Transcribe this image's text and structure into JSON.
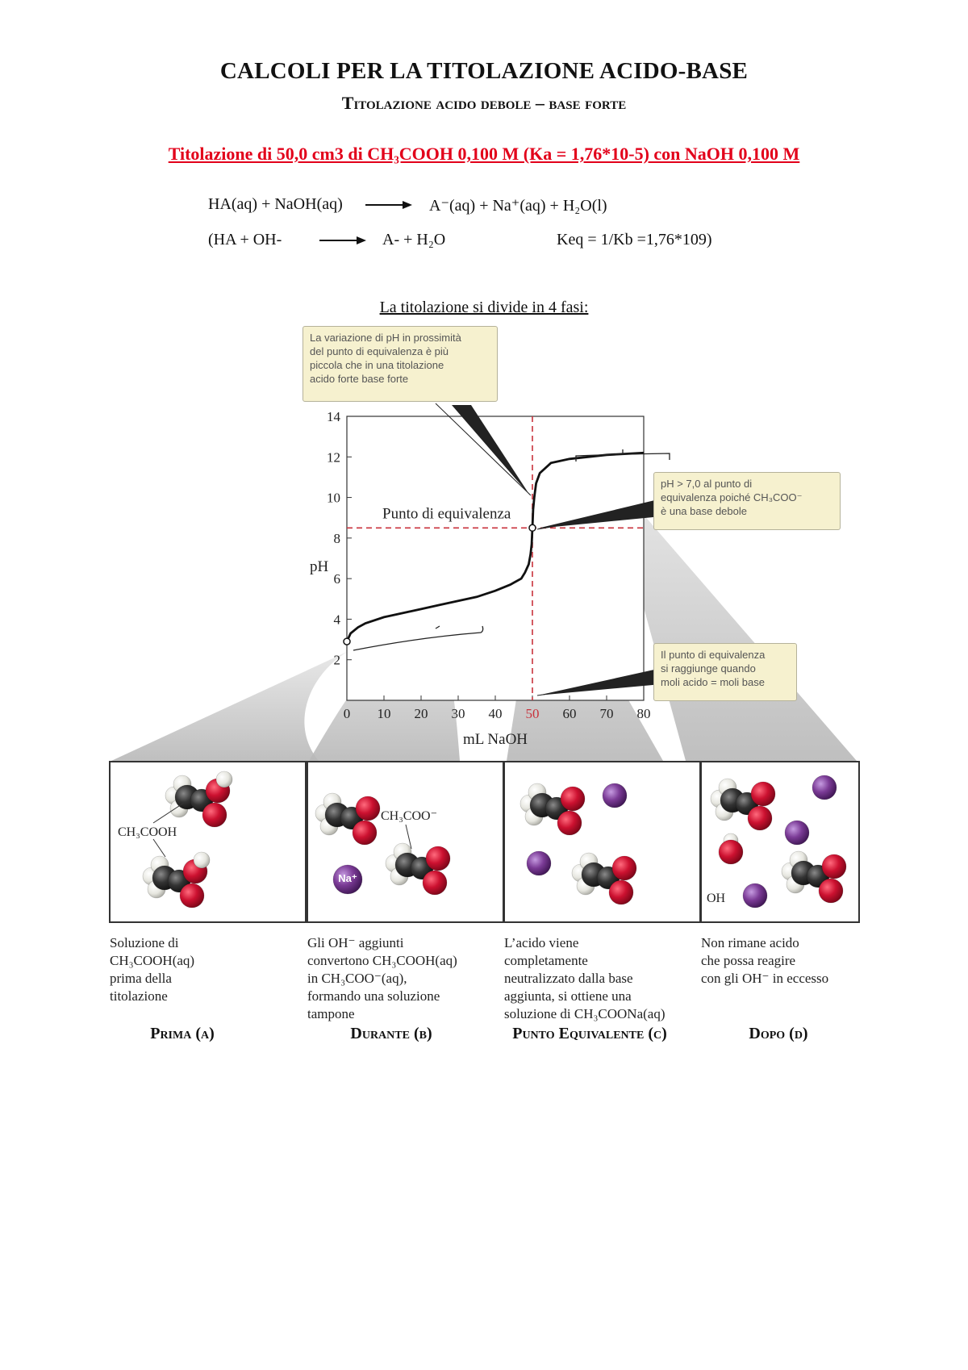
{
  "header": {
    "title": "CALCOLI PER LA TITOLAZIONE ACIDO-BASE",
    "subtitle": "Titolazione acido debole – base forte",
    "problem": "Titolazione di 50,0 cm3 di CH₃COOH 0,100 M (Ka = 1,76*10-5) con NaOH 0,100 M"
  },
  "equations": {
    "eq1_left": "HA(aq) + NaOH(aq)",
    "eq1_right": "A⁻(aq) + Na⁺(aq) + H₂O(l)",
    "eq2_left": "(HA + OH-",
    "eq2_right": "A- + H₂O",
    "eq2_keq": "Keq = 1/Kb =1,76*109)"
  },
  "phases_label": "La titolazione si divide in 4 fasi:",
  "chart_data": {
    "type": "line",
    "xlabel": "mL NaOH",
    "ylabel": "pH",
    "xlim": [
      0,
      80
    ],
    "ylim": [
      0,
      14
    ],
    "x_ticks": [
      0,
      10,
      20,
      30,
      40,
      50,
      60,
      70,
      80
    ],
    "y_ticks": [
      2,
      4,
      6,
      8,
      10,
      12,
      14
    ],
    "equivalence_point": {
      "x": 50,
      "y": 8.5,
      "label": "Punto di equivalenza"
    },
    "grid": false,
    "series": [
      {
        "x": [
          0,
          1,
          3,
          5,
          10,
          15,
          20,
          25,
          30,
          35,
          40,
          44,
          47,
          48,
          49,
          49.5,
          49.8,
          50,
          50.2,
          50.5,
          51,
          52,
          55,
          60,
          70,
          80
        ],
        "y": [
          2.9,
          3.3,
          3.6,
          3.8,
          4.1,
          4.3,
          4.5,
          4.7,
          4.9,
          5.1,
          5.4,
          5.7,
          6.0,
          6.3,
          6.7,
          7.2,
          7.7,
          8.5,
          9.4,
          10.0,
          10.7,
          11.2,
          11.7,
          11.9,
          12.1,
          12.2
        ]
      }
    ]
  },
  "callouts": {
    "top": [
      "La variazione di pH in prossimità",
      "del punto di equivalenza è più",
      "piccola che in una titolazione",
      "acido forte base forte"
    ],
    "right_top": [
      "pH > 7,0 al punto di",
      "equivalenza poiché CH₃COO⁻",
      "è una base debole"
    ],
    "right_bottom": [
      "Il punto di equivalenza",
      "si raggiunge quando",
      "moli acido = moli base"
    ]
  },
  "panels": {
    "a": {
      "labels": [
        "CH₃COOH"
      ]
    },
    "b": {
      "labels": [
        "CH₃COO⁻",
        "Na⁺"
      ]
    },
    "c": {
      "labels": []
    },
    "d": {
      "labels": [
        "OH"
      ]
    }
  },
  "captions": {
    "a": [
      "Soluzione di",
      "CH₃COOH(aq)",
      "prima della",
      "titolazione"
    ],
    "b": [
      "Gli OH⁻ aggiunti",
      "convertono CH₃COOH(aq)",
      "in CH₃COO⁻(aq),",
      "formando una soluzione",
      "tampone"
    ],
    "c": [
      "L’acido viene",
      "completamente",
      "neutralizzato dalla base",
      "aggiunta, si ottiene una",
      "soluzione di CH₃COONa(aq)"
    ],
    "d": [
      "Non rimane acido",
      "che possa reagire",
      "con gli OH⁻ in eccesso"
    ]
  },
  "stages": {
    "a": "Prima (a)",
    "b": "Durante (b)",
    "c": "Punto Equivalente (c)",
    "d": "Dopo (d)"
  },
  "colors": {
    "title_red": "#e2001a",
    "dashed_red": "#c8323c",
    "oxygen": "#cc1130",
    "carbon": "#2b2b2b",
    "hydrogen": "#e8e8e2",
    "sodium": "#7b3b96",
    "callout_bg": "#f6f1cf"
  }
}
